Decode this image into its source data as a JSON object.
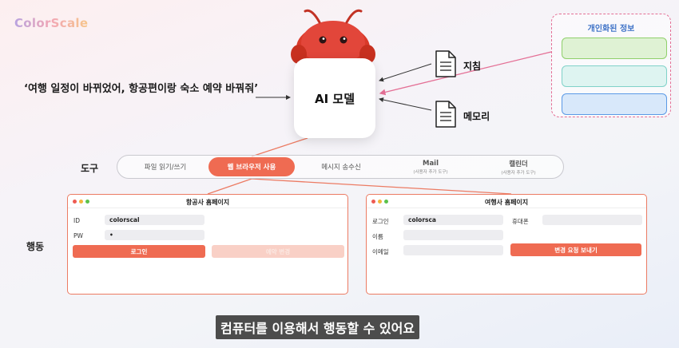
{
  "logo": "ColorScale",
  "prompt": "‘여행 일정이 바뀌었어, 항공편이랑 숙소 예약 바꿔줘’",
  "ai_model": "AI 모델",
  "docs": {
    "guide": "지침",
    "memory": "메모리"
  },
  "personal_info": {
    "title": "개인화된 정보",
    "colors": [
      "#dff2d4",
      "#def4f1",
      "#d8e8fa"
    ],
    "border_colors": [
      "#8fd06b",
      "#80d2c9",
      "#5b9ae6"
    ]
  },
  "tools": {
    "label": "도구",
    "items": [
      {
        "label": "파일 읽기/쓰기",
        "sub": ""
      },
      {
        "label": "웹 브라우저 사용",
        "sub": ""
      },
      {
        "label": "메시지 송수신",
        "sub": ""
      },
      {
        "label": "Mail",
        "sub": "(사용자 추가 도구)"
      },
      {
        "label": "캘린더",
        "sub": "(사용자 추가 도구)"
      }
    ],
    "active_index": 1
  },
  "action_label": "행동",
  "airline": {
    "title": "항공사 홈페이지",
    "id_label": "ID",
    "id_value": "colorscal",
    "pw_label": "PW",
    "pw_value": "•",
    "login_button": "로그인",
    "reserve_button": "예약 변경"
  },
  "travel": {
    "title": "여행사 홈페이지",
    "login_label": "로그인",
    "login_value": "colorsca",
    "phone_label": "휴대폰",
    "name_label": "이름",
    "email_label": "이메일",
    "submit_button": "변경 요청 보내기"
  },
  "caption": "컴퓨터를 이용해서 행동할 수 있어요",
  "colors": {
    "accent": "#ef6b52",
    "pink": "#e46f95"
  }
}
